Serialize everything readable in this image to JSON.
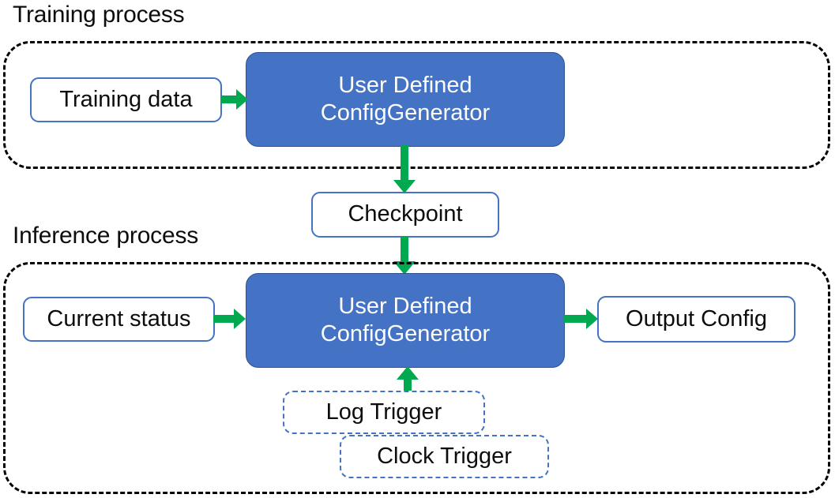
{
  "diagram": {
    "title_training": "Training process",
    "title_inference": "Inference process",
    "colors": {
      "accent_blue": "#4472C4",
      "generator_fill": "#4472C4",
      "generator_border": "#2F528F",
      "arrow_green": "#00A94F",
      "container_dash": "#000000",
      "text_dark": "#0D0D0D",
      "text_light": "#FFFFFF",
      "background": "#FFFFFF"
    }
  },
  "training": {
    "label": "Training process",
    "nodes": {
      "training_data": "Training data",
      "generator_line1": "User Defined",
      "generator_line2": "ConfigGenerator"
    }
  },
  "checkpoint": {
    "label": "Checkpoint"
  },
  "inference": {
    "label": "Inference process",
    "nodes": {
      "current_status": "Current status",
      "generator_line1": "User Defined",
      "generator_line2": "ConfigGenerator",
      "output_config": "Output Config",
      "log_trigger": "Log Trigger",
      "clock_trigger": "Clock Trigger"
    }
  },
  "arrows": [
    {
      "id": "training-data-to-generator",
      "from": "Training data",
      "to": "User Defined ConfigGenerator",
      "direction": "right"
    },
    {
      "id": "generator-to-checkpoint",
      "from": "User Defined ConfigGenerator",
      "to": "Checkpoint",
      "direction": "down"
    },
    {
      "id": "checkpoint-to-generator",
      "from": "Checkpoint",
      "to": "User Defined ConfigGenerator",
      "direction": "down"
    },
    {
      "id": "current-status-to-generator",
      "from": "Current status",
      "to": "User Defined ConfigGenerator",
      "direction": "right"
    },
    {
      "id": "generator-to-output",
      "from": "User Defined ConfigGenerator",
      "to": "Output Config",
      "direction": "right"
    },
    {
      "id": "trigger-to-generator",
      "from": "Log Trigger / Clock Trigger",
      "to": "User Defined ConfigGenerator",
      "direction": "up"
    }
  ]
}
